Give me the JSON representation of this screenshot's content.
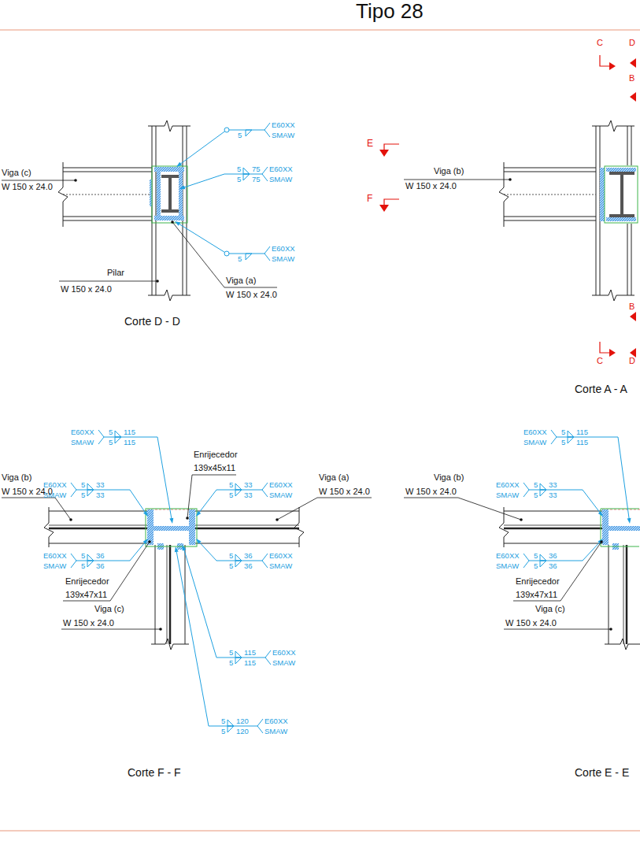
{
  "diagram": {
    "title": "Tipo 28",
    "labels": [
      "C",
      "D",
      "B",
      "E60XX",
      "5",
      "SMAW",
      "E",
      "Viga (c)",
      "W 150 x 24.0",
      "5",
      "75",
      "E60XX",
      "5",
      "75",
      "SMAW",
      "Viga (b)",
      "W 150 x 24.0",
      "F",
      "E60XX",
      "5",
      "SMAW",
      "Viga (a)",
      "Pilar",
      "W 150 x 24.0",
      "W 150 x 24.0",
      "B",
      "Corte D - D",
      "C",
      "D",
      "Corte A - A",
      "E60XX",
      "5",
      "115",
      "SMAW",
      "5",
      "115",
      "E60XX",
      "5",
      "115",
      "SMAW",
      "5",
      "115",
      "Enrijecedor",
      "139x45x11",
      "E60XX",
      "5",
      "33",
      "SMAW",
      "5",
      "33",
      "Viga (a)",
      "W 150 x 24.0",
      "Viga (b)",
      "W 150 x 24.0",
      "5",
      "33",
      "E60XX",
      "5",
      "33",
      "SMAW",
      "Viga (b)",
      "W 150 x 24.0",
      "E60XX",
      "5",
      "33",
      "SMAW",
      "5",
      "33",
      "E60XX",
      "5",
      "36",
      "SMAW",
      "5",
      "36",
      "5",
      "36",
      "E60XX",
      "5",
      "36",
      "SMAW",
      "E60XX",
      "5",
      "36",
      "SMAW",
      "5",
      "36",
      "Enrijecedor",
      "139x47x11",
      "Viga (c)",
      "W 150 x 24.0",
      "Enrijecedor",
      "139x47x11",
      "Viga (c)",
      "W 150 x 24.0",
      "5",
      "115",
      "E60XX",
      "5",
      "115",
      "SMAW",
      "5",
      "120",
      "E60XX",
      "5",
      "120",
      "SMAW",
      "Corte F - F",
      "Corte E - E"
    ]
  }
}
